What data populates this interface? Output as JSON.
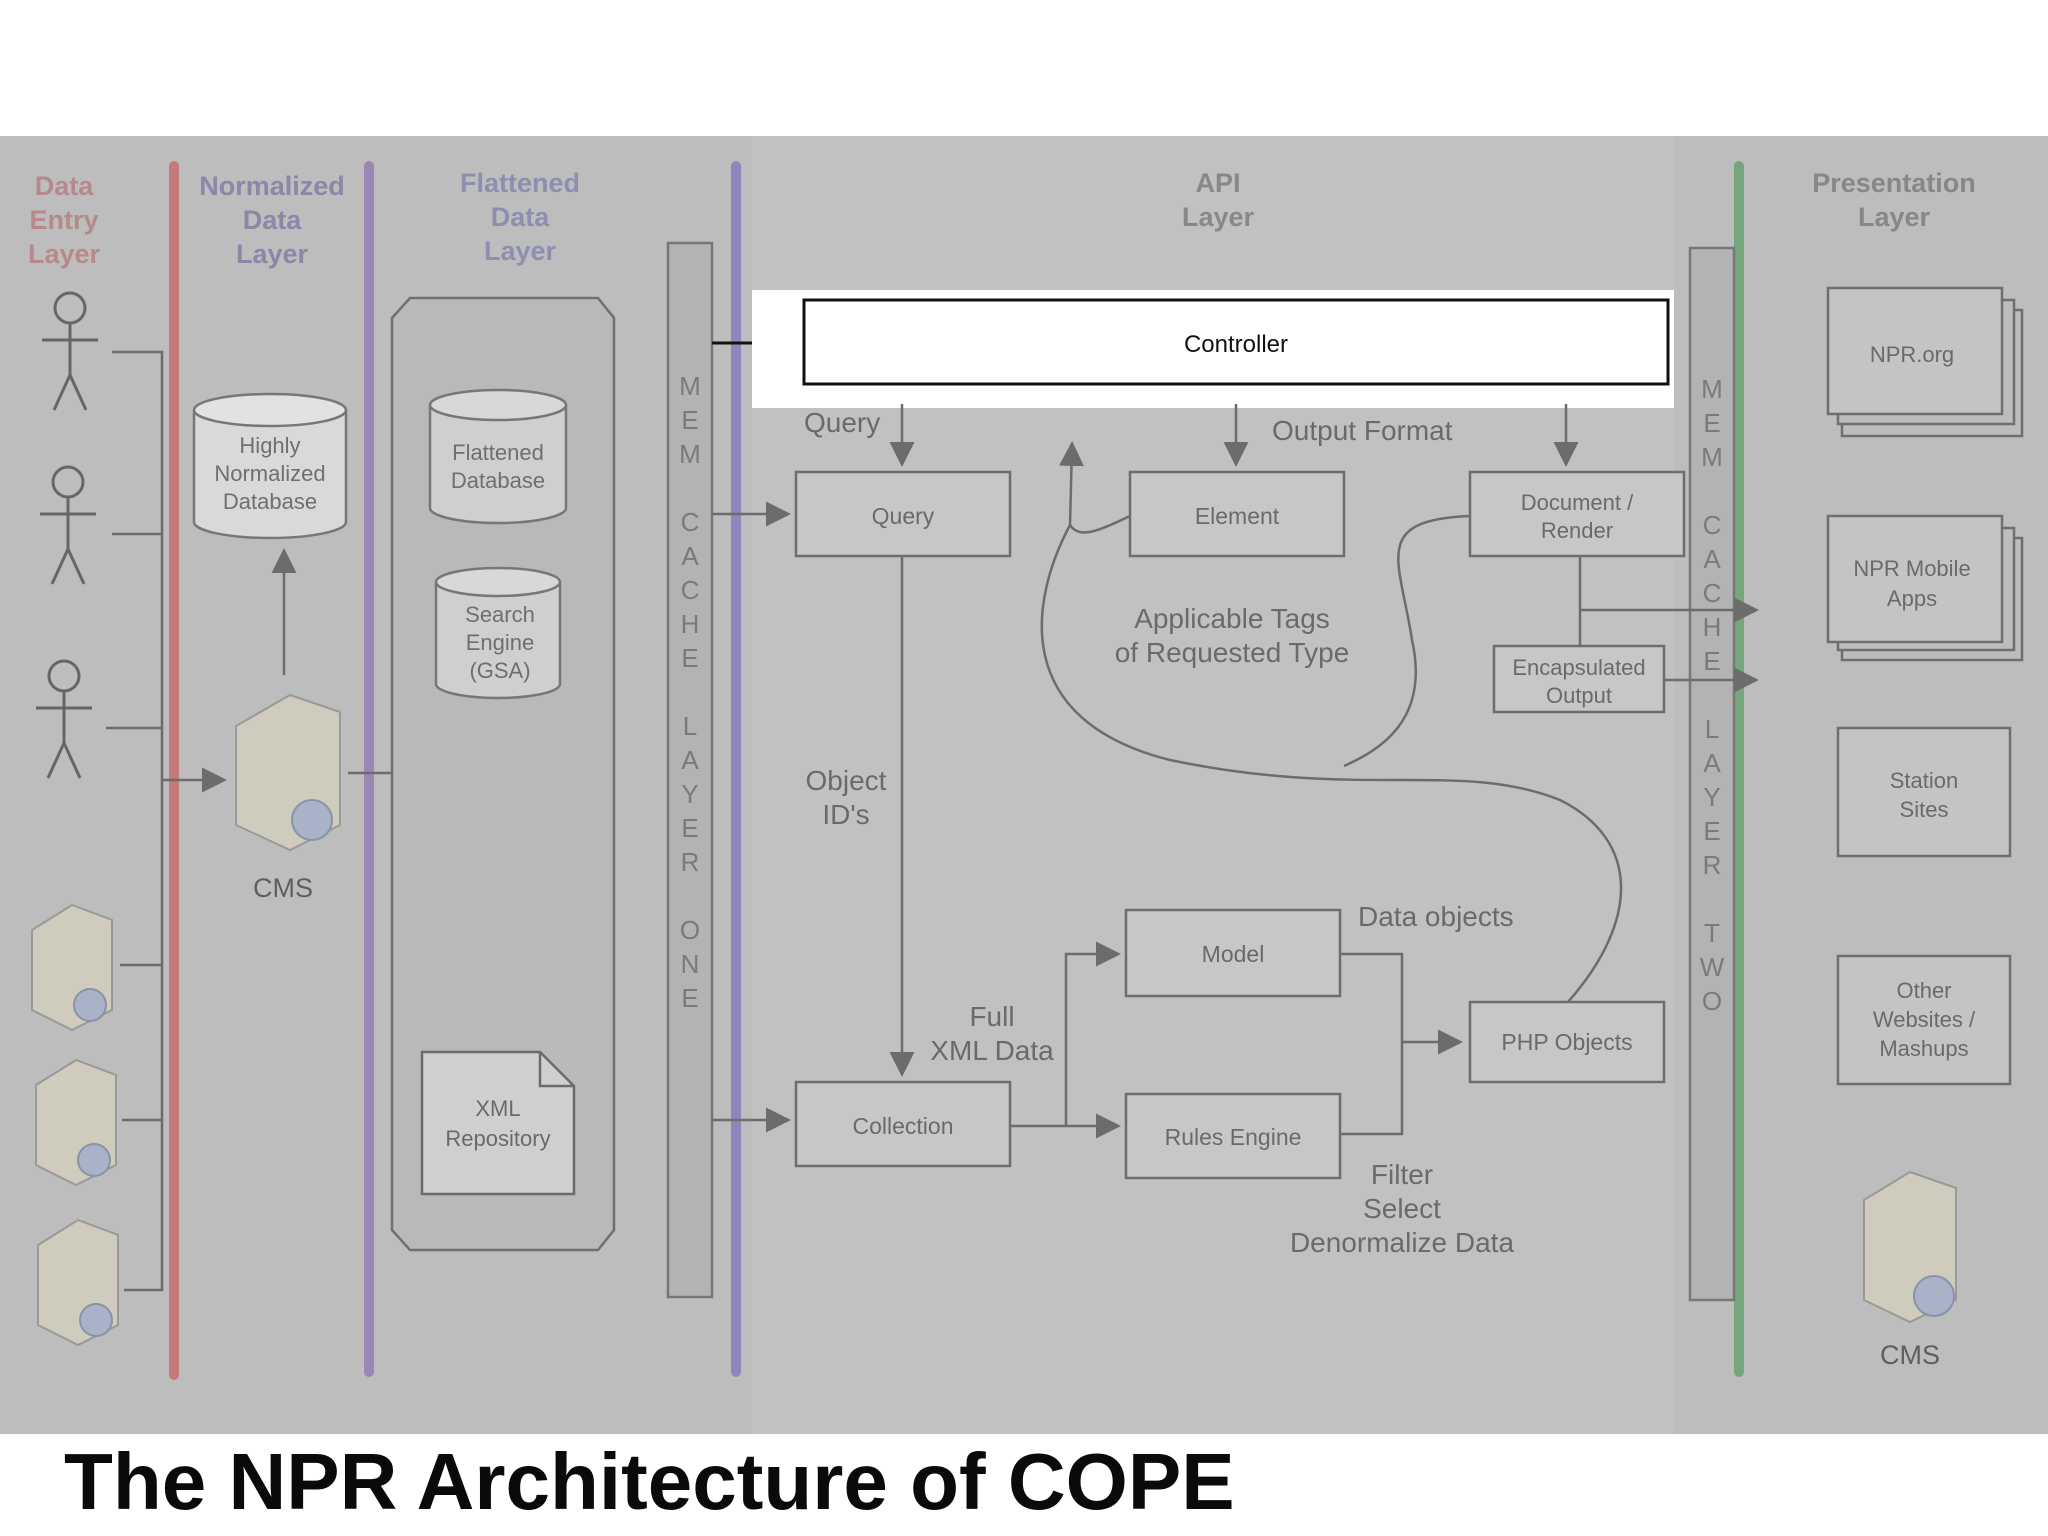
{
  "layers": {
    "data_entry": [
      "Data",
      "Entry",
      "Layer"
    ],
    "normalized": [
      "Normalized",
      "Data",
      "Layer"
    ],
    "flattened": [
      "Flattened",
      "Data",
      "Layer"
    ],
    "api": [
      "API",
      "Layer"
    ],
    "presentation": [
      "Presentation",
      "Layer"
    ]
  },
  "cache_one": [
    "M",
    "E",
    "M",
    "",
    "C",
    "A",
    "C",
    "H",
    "E",
    "",
    "L",
    "A",
    "Y",
    "E",
    "R",
    "",
    "O",
    "N",
    "E"
  ],
  "cache_two": [
    "M",
    "E",
    "M",
    "",
    "C",
    "A",
    "C",
    "H",
    "E",
    "",
    "L",
    "A",
    "Y",
    "E",
    "R",
    "",
    "T",
    "W",
    "O"
  ],
  "normalized_db": [
    "Highly",
    "Normalized",
    "Database"
  ],
  "cms_label": "CMS",
  "flattened_db": [
    "Flattened",
    "Database"
  ],
  "search_engine": [
    "Search",
    "Engine",
    "(GSA)"
  ],
  "xml_repository": [
    "XML",
    "Repository"
  ],
  "controller": "Controller",
  "query_box": "Query",
  "element_box": "Element",
  "document_render": [
    "Document /",
    "Render"
  ],
  "encapsulated_output": [
    "Encapsulated",
    "Output"
  ],
  "model_box": "Model",
  "rules_engine": "Rules Engine",
  "collection_box": "Collection",
  "php_objects": "PHP Objects",
  "labels": {
    "query": "Query",
    "output_format": "Output Format",
    "applicable_tags": [
      "Applicable Tags",
      "of Requested Type"
    ],
    "object_ids": [
      "Object",
      "ID's"
    ],
    "full_xml": [
      "Full",
      "XML Data"
    ],
    "data_objects": "Data objects",
    "filter": [
      "Filter",
      "Select",
      "Denormalize Data"
    ]
  },
  "presentation": {
    "npr_org": "NPR.org",
    "mobile": [
      "NPR Mobile",
      "Apps"
    ],
    "station": [
      "Station",
      "Sites"
    ],
    "other": [
      "Other",
      "Websites /",
      "Mashups"
    ],
    "cms": "CMS"
  },
  "title": "The NPR Architecture of COPE",
  "colors": {
    "dim_background": "#bdbdbd",
    "red_line": "#c47a78",
    "purple_line": "#9a87b6",
    "green_line": "#76a77c",
    "controller_fill": "#ffffff"
  }
}
